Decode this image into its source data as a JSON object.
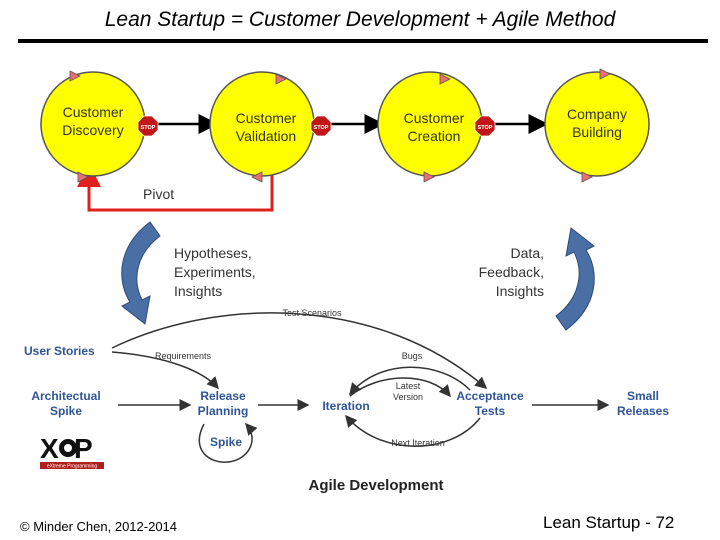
{
  "title": "Lean Startup = Customer Development + Agile Method",
  "customer_development": {
    "circles": [
      {
        "line1": "Customer",
        "line2": "Discovery"
      },
      {
        "line1": "Customer",
        "line2": "Validation"
      },
      {
        "line1": "Customer",
        "line2": "Creation"
      },
      {
        "line1": "Company",
        "line2": "Building"
      }
    ],
    "stop_label": "STOP",
    "pivot_label": "Pivot",
    "left_text": [
      "Hypotheses,",
      "Experiments,",
      "Insights"
    ],
    "right_text": [
      "Data,",
      "Feedback,",
      "Insights"
    ]
  },
  "agile": {
    "user_stories": "User Stories",
    "arch_spike_1": "Architectual",
    "arch_spike_2": "Spike",
    "release_planning_1": "Release",
    "release_planning_2": "Planning",
    "iteration": "Iteration",
    "acceptance_1": "Acceptance",
    "acceptance_2": "Tests",
    "small_releases_1": "Small",
    "small_releases_2": "Releases",
    "spike": "Spike",
    "test_scenarios": "Test Scenarios",
    "requirements": "Requirements",
    "bugs": "Bugs",
    "latest_version_1": "Latest",
    "latest_version_2": "Version",
    "next_iteration": "Next Iteration",
    "caption": "Agile Development",
    "xp_logo_text": "eXtreme Programming"
  },
  "footer": {
    "left": "© Minder Chen, 2012-2014",
    "right": "Lean Startup - 72"
  },
  "colors": {
    "circle_fill": "#ffff00",
    "pivot_red": "#e0201c",
    "stop_red": "#c01818",
    "swoop_blue": "#4a6fa5",
    "agile_blue": "#2f5597"
  }
}
